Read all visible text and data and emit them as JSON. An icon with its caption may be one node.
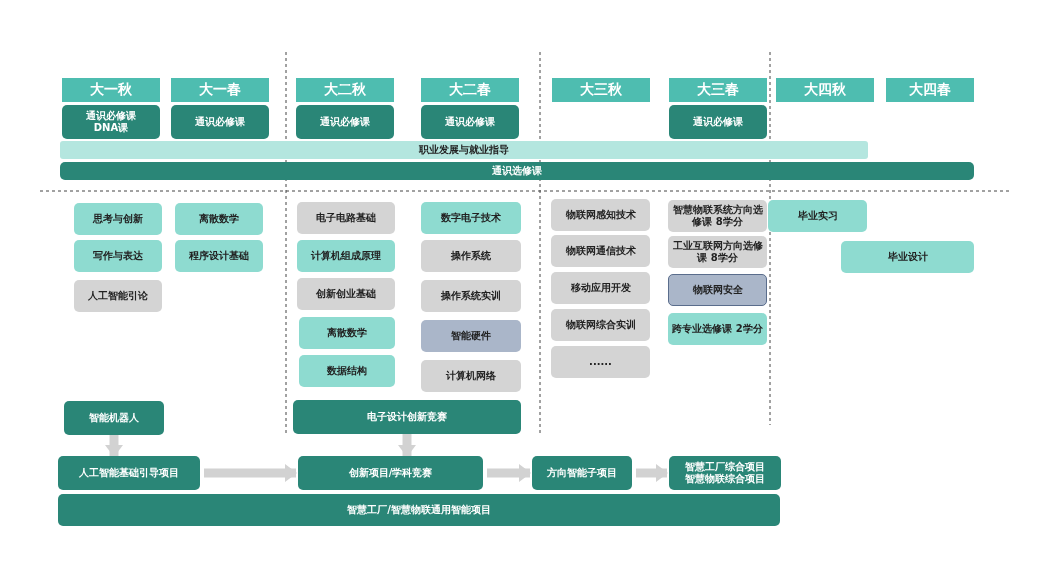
{
  "diagram": {
    "nodes": [
      {
        "text": [
          "大一秋"
        ]
      },
      {
        "text": [
          "大一春"
        ]
      },
      {
        "text": [
          "大二秋"
        ]
      },
      {
        "text": [
          "大二春"
        ]
      },
      {
        "text": [
          "大三秋"
        ]
      },
      {
        "text": [
          "大三春"
        ]
      },
      {
        "text": [
          "大四秋"
        ]
      },
      {
        "text": [
          "大四春"
        ]
      },
      {
        "text": [
          "通识必修课",
          "DNA课"
        ]
      },
      {
        "text": [
          "通识必修课"
        ]
      },
      {
        "text": [
          "通识必修课"
        ]
      },
      {
        "text": [
          "通识必修课"
        ]
      },
      {
        "text": [
          "通识必修课"
        ]
      },
      {
        "text": [
          "职业发展与就业指导"
        ]
      },
      {
        "text": [
          "通识选修课"
        ]
      },
      {
        "text": [
          "思考与创新"
        ]
      },
      {
        "text": [
          "离散数学"
        ]
      },
      {
        "text": [
          "写作与表达"
        ]
      },
      {
        "text": [
          "程序设计基础"
        ]
      },
      {
        "text": [
          "人工智能引论"
        ]
      },
      {
        "text": [
          "电子电路基础"
        ]
      },
      {
        "text": [
          "计算机组成原理"
        ]
      },
      {
        "text": [
          "创新创业基础"
        ]
      },
      {
        "text": [
          "离散数学"
        ]
      },
      {
        "text": [
          "数据结构"
        ]
      },
      {
        "text": [
          "数字电子技术"
        ]
      },
      {
        "text": [
          "操作系统"
        ]
      },
      {
        "text": [
          "操作系统实训"
        ]
      },
      {
        "text": [
          "智能硬件"
        ]
      },
      {
        "text": [
          "计算机网络"
        ]
      },
      {
        "text": [
          "物联网感知技术"
        ]
      },
      {
        "text": [
          "物联网通信技术"
        ]
      },
      {
        "text": [
          "移动应用开发"
        ]
      },
      {
        "text": [
          "物联网综合实训"
        ]
      },
      {
        "text": [
          "......"
        ]
      },
      {
        "text": [
          "智慧物联系统方向选修课 8学分"
        ]
      },
      {
        "text": [
          "工业互联网方向选修课 8学分"
        ]
      },
      {
        "text": [
          "物联网安全"
        ]
      },
      {
        "text": [
          "跨专业选修课 2学分"
        ]
      },
      {
        "text": [
          "毕业实习"
        ]
      },
      {
        "text": [
          "毕业设计"
        ]
      },
      {
        "text": [
          "智能机器人"
        ]
      },
      {
        "text": [
          "电子设计创新竞赛"
        ]
      },
      {
        "text": [
          "人工智能基础引导项目"
        ]
      },
      {
        "text": [
          "创新项目/学科竞赛"
        ]
      },
      {
        "text": [
          "方向智能子项目"
        ]
      },
      {
        "text": [
          "智慧工厂综合项目",
          "智慧物联综合项目"
        ]
      },
      {
        "text": [
          "智慧工厂/智慧物联通用智能项目"
        ]
      }
    ],
    "edges": [
      {
        "from": 41,
        "to": 43,
        "arrow": "to"
      },
      {
        "from": 42,
        "to": 44,
        "arrow": "to"
      },
      {
        "from": 43,
        "to": 44,
        "arrow": "to"
      },
      {
        "from": 44,
        "to": 45,
        "arrow": "to"
      },
      {
        "from": 45,
        "to": 46,
        "arrow": "to"
      }
    ]
  }
}
